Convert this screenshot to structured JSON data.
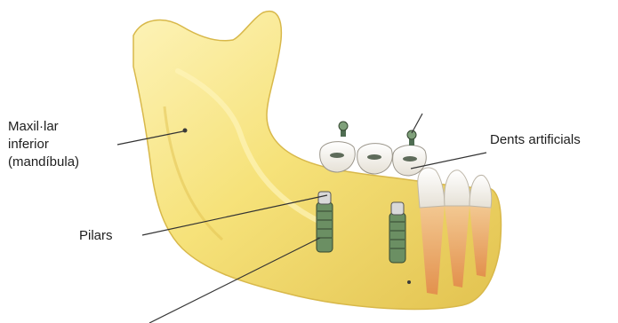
{
  "diagram": {
    "labels": {
      "jaw": [
        "Maxil·lar",
        "inferior",
        "(mandíbula)"
      ],
      "teeth": "Dents artificials",
      "abutments": "Pilars"
    },
    "colors": {
      "bone": "#f6e27a",
      "bone_shadow": "#e2c24f",
      "bone_highlight": "#fdf3b8",
      "tooth": "#f4f1ea",
      "root": "#e2874b",
      "implant": "#5c7a5a",
      "leader_line": "#333333"
    }
  }
}
